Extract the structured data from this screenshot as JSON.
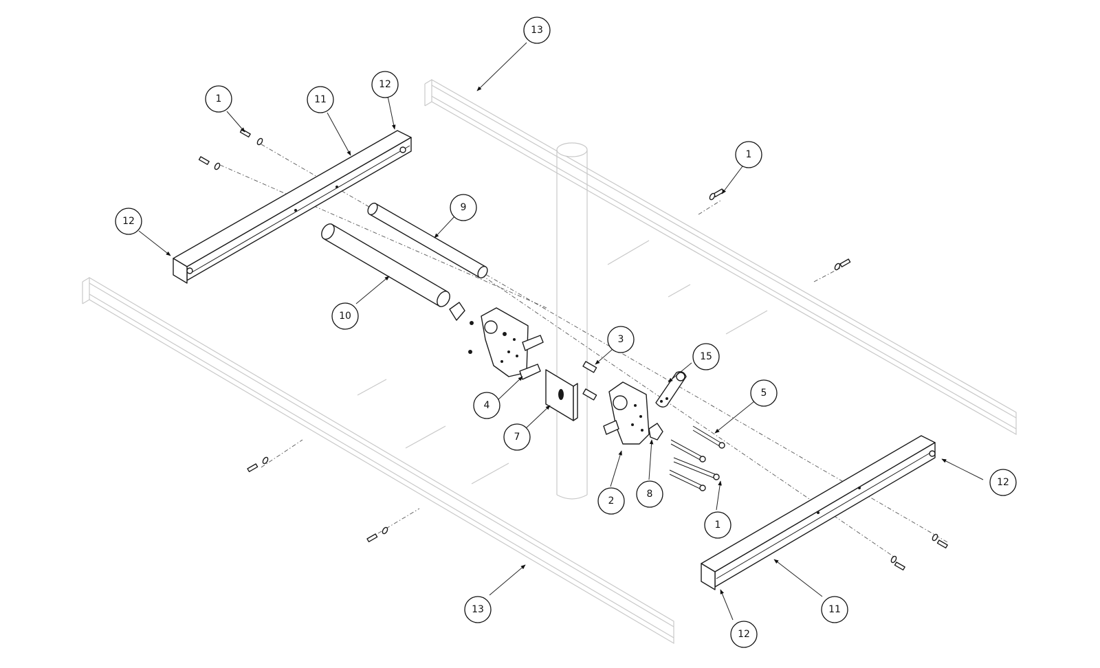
{
  "callouts": [
    {
      "id": "c-13-top",
      "label": "13",
      "part": "I-beam rail"
    },
    {
      "id": "c-1-top-left",
      "label": "1",
      "part": "Bolt and washer"
    },
    {
      "id": "c-11-left",
      "label": "11",
      "part": "Cross channel"
    },
    {
      "id": "c-12-top-left",
      "label": "12",
      "part": "End clamp"
    },
    {
      "id": "c-12-left",
      "label": "12",
      "part": "End clamp"
    },
    {
      "id": "c-1-right",
      "label": "1",
      "part": "Bolt and washer"
    },
    {
      "id": "c-9",
      "label": "9",
      "part": "Tube"
    },
    {
      "id": "c-10",
      "label": "10",
      "part": "Tube"
    },
    {
      "id": "c-3",
      "label": "3",
      "part": "Stud"
    },
    {
      "id": "c-15",
      "label": "15",
      "part": "Link plate"
    },
    {
      "id": "c-5",
      "label": "5",
      "part": "Long bolt"
    },
    {
      "id": "c-4",
      "label": "4",
      "part": "U-clip"
    },
    {
      "id": "c-7",
      "label": "7",
      "part": "Backing plate"
    },
    {
      "id": "c-2",
      "label": "2",
      "part": "Mount bracket"
    },
    {
      "id": "c-8",
      "label": "8",
      "part": "Knob"
    },
    {
      "id": "c-1-bottom",
      "label": "1",
      "part": "Bolt and washer"
    },
    {
      "id": "c-12-right",
      "label": "12",
      "part": "End clamp"
    },
    {
      "id": "c-11-right",
      "label": "11",
      "part": "Cross channel"
    },
    {
      "id": "c-13-bottom",
      "label": "13",
      "part": "I-beam rail"
    },
    {
      "id": "c-12-bottom",
      "label": "12",
      "part": "End clamp"
    }
  ],
  "colors": {
    "line": "#1a1a1a",
    "ghost": "#c8c8c8",
    "background": "#ffffff"
  }
}
